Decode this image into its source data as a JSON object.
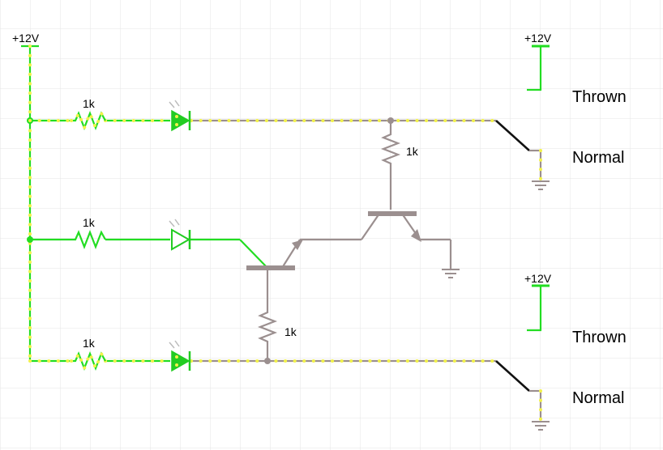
{
  "supply_label": "+12V",
  "resistors": {
    "r1": "1k",
    "r2": "1k",
    "r3": "1k",
    "r4": "1k",
    "r5": "1k"
  },
  "switch_top": {
    "supply": "+12V",
    "thrown": "Thrown",
    "normal": "Normal"
  },
  "switch_bottom": {
    "supply": "+12V",
    "thrown": "Thrown",
    "normal": "Normal"
  },
  "colors": {
    "live_wire": "#22dd22",
    "dead_wire": "#9b8f8f",
    "current_dots": "#f2f24a",
    "switch_blade": "#111111",
    "grid": "#e6e6e6"
  }
}
